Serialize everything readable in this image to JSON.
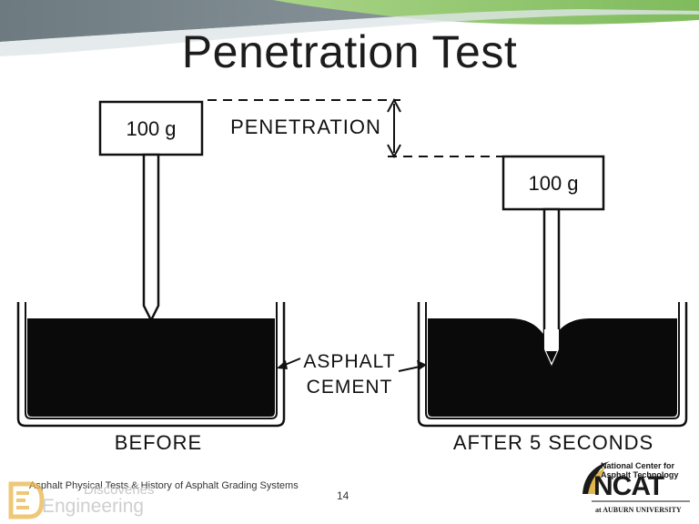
{
  "slide": {
    "title": "Penetration Test",
    "footer": "Asphalt Physical Tests & History of Asphalt Grading Systems",
    "slide_number": "14"
  },
  "diagram": {
    "weight_before": "100 g",
    "weight_after": "100 g",
    "penetration_label": "PENETRATION",
    "material_label_line1": "ASPHALT",
    "material_label_line2": "CEMENT",
    "before_label": "BEFORE",
    "after_label": "AFTER 5 SECONDS"
  },
  "watermark": {
    "line1": "Discoveries",
    "line2": "Engineering"
  },
  "logo": {
    "line1": "National Center for",
    "line2": "Asphalt Technology",
    "name": "NCAT",
    "sub": "at AUBURN UNIVERSITY"
  },
  "colors": {
    "header_green": "#8fc46a",
    "header_gray": "#7f8c8d",
    "asphalt": "#0a0a0a"
  }
}
